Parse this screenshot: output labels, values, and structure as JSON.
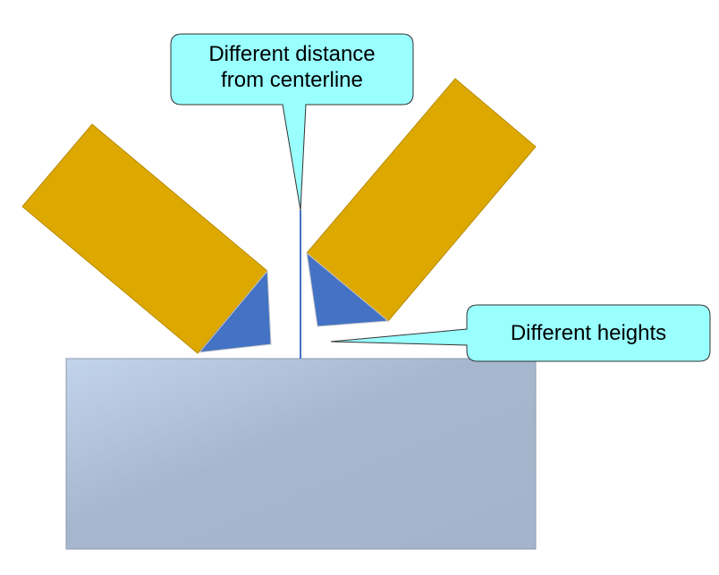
{
  "callouts": {
    "distance": "Different distance\nfrom centerline",
    "distance_line1": "Different distance",
    "distance_line2": "from centerline",
    "heights": "Different heights"
  },
  "colors": {
    "tool_body": "#DDA800",
    "tool_tip": "#4472C4",
    "callout_fill": "#99FFFF",
    "workpiece_light": "#C2D3EC",
    "workpiece_dark": "#A4B4CB",
    "centerline": "#4472C4"
  }
}
